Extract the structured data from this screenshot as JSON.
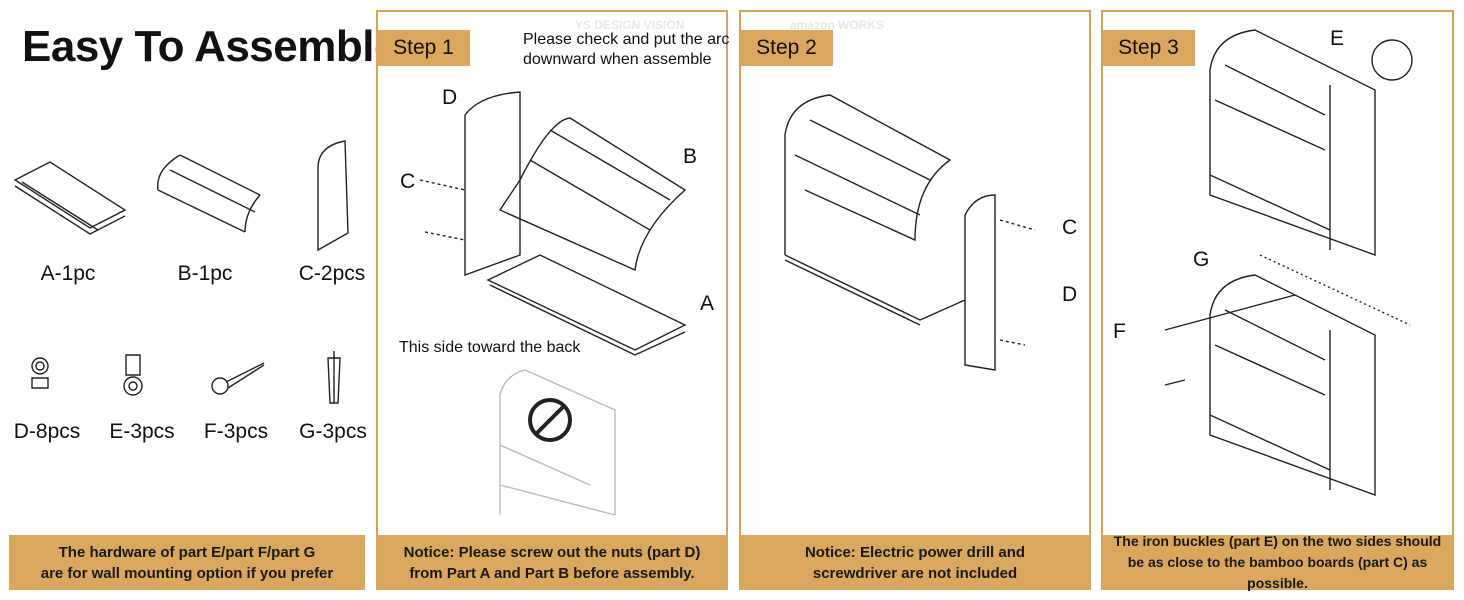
{
  "title": "Easy To Assemble",
  "parts": [
    {
      "label": "A-1pc",
      "icon": "shelf-tray-icon"
    },
    {
      "label": "B-1pc",
      "icon": "arc-rack-icon"
    },
    {
      "label": "C-2pcs",
      "icon": "side-board-icon"
    },
    {
      "label": "D-8pcs",
      "icon": "nut-icon"
    },
    {
      "label": "E-3pcs",
      "icon": "buckle-icon"
    },
    {
      "label": "F-3pcs",
      "icon": "screw-icon"
    },
    {
      "label": "G-3pcs",
      "icon": "wall-anchor-icon"
    }
  ],
  "hardware_note": [
    "The hardware of part E/part F/part G",
    "are for wall mounting option if you prefer"
  ],
  "steps": [
    {
      "label": "Step 1",
      "top_note": [
        "Please check and put the arc",
        "downward when assemble"
      ],
      "callouts": [
        "D",
        "C",
        "B",
        "A"
      ],
      "side_note": "This side toward the back",
      "notice": [
        "Notice: Please screw out the nuts (part D)",
        "from Part A and Part B before assembly."
      ]
    },
    {
      "label": "Step 2",
      "callouts": [
        "C",
        "D"
      ],
      "notice": [
        "Notice: Electric power drill and",
        "screwdriver are not included"
      ]
    },
    {
      "label": "Step 3",
      "callouts": [
        "E",
        "G",
        "F"
      ],
      "notice": [
        "The iron buckles (part E) on the two sides should",
        "be as close to the bamboo boards (part C) as possible."
      ]
    }
  ],
  "watermarks": [
    "YS DESIGN VISION",
    "amazon WORKS"
  ]
}
